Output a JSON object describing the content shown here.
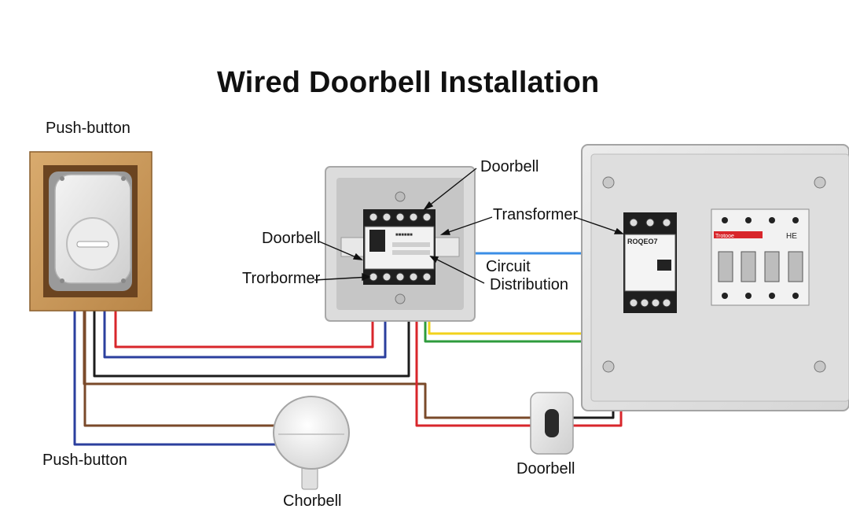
{
  "title": "Wired Doorbell Installation",
  "labels": {
    "push_button_top": "Push-button",
    "push_button_bottom": "Push-button",
    "doorbell_top": "Doorbell",
    "doorbell_left": "Doorbell",
    "doorbell_bottom": "Doorbell",
    "transformer_right": "Transformer",
    "transformer_left": "Trorbormer",
    "circuit_distribution_1": "Circuit",
    "circuit_distribution_2": "Distribution",
    "chime": "Chorbell"
  },
  "device_text": {
    "module_small": "■■■■■■",
    "module_main": "ROQEO7",
    "breaker_brand": "Trotooe",
    "breaker_mark": "HE"
  },
  "colors": {
    "red": "#d8262b",
    "blue": "#2b3f9e",
    "black": "#1c1c1c",
    "brown": "#7a4a2a",
    "yellow": "#f2d21b",
    "green": "#2e9b3c",
    "orange": "#e07a23",
    "light_blue": "#3a8ee6",
    "wood": "#c89a5e"
  }
}
